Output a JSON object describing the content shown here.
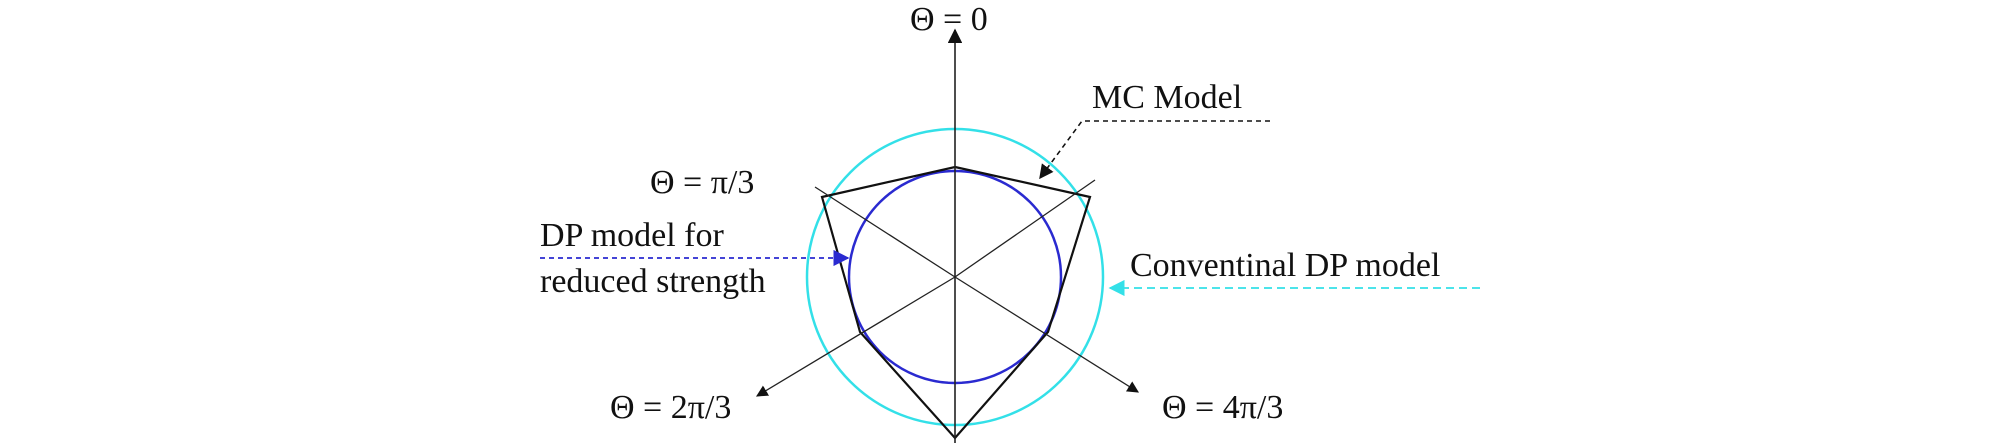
{
  "labels": {
    "theta_0": "Θ = 0",
    "theta_pi3": "Θ = π/3",
    "theta_2pi3": "Θ = 2π/3",
    "theta_4pi3": "Θ = 4π/3",
    "mc_model": "MC Model",
    "dp_reduced_line1": "DP model for",
    "dp_reduced_line2": "reduced strength",
    "conventional_dp": "Conventinal DP model"
  },
  "colors": {
    "outer_circle": "#33e0e8",
    "inner_circle": "#2a2ad0",
    "mc_hexagon": "#111111",
    "axes": "#222222",
    "dp_reduced_leader": "#2a2ad0",
    "conventional_leader": "#33e0e8"
  }
}
